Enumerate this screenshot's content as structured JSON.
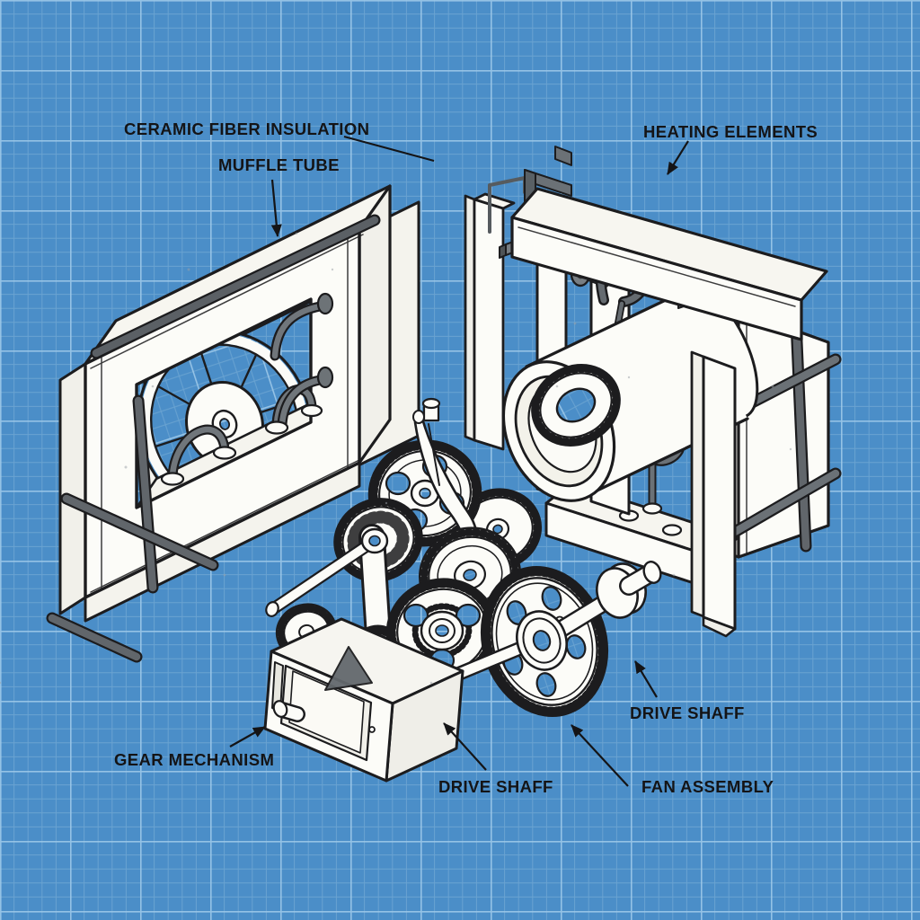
{
  "diagram": {
    "style": "blueprint-exploded-view",
    "palette": {
      "background_blue": "#4b8ec8",
      "grid_minor": "#73a9d4",
      "grid_major": "#9cc8e8",
      "ink_outline": "#1c1c1e",
      "part_white": "#fcfcf8",
      "part_shade": "#efeee8",
      "metal_strap_gray": "#61666b",
      "tube_gray": "#70767b"
    },
    "labels": [
      {
        "id": "ceramic-fiber-insulation",
        "text": "CERAMIC FIBER INSULATION"
      },
      {
        "id": "muffle-tube",
        "text": "MUFFLE TUBE"
      },
      {
        "id": "heating-elements",
        "text": "HEATING ELEMENTS"
      },
      {
        "id": "gear-mechanism",
        "text": "GEAR MECHANISM"
      },
      {
        "id": "drive-shaft-bottom",
        "text": "DRIVE SHAFF"
      },
      {
        "id": "fan-assembly",
        "text": "FAN ASSEMBLY"
      },
      {
        "id": "drive-shaft-right",
        "text": "DRIVE SHAFF"
      }
    ]
  }
}
